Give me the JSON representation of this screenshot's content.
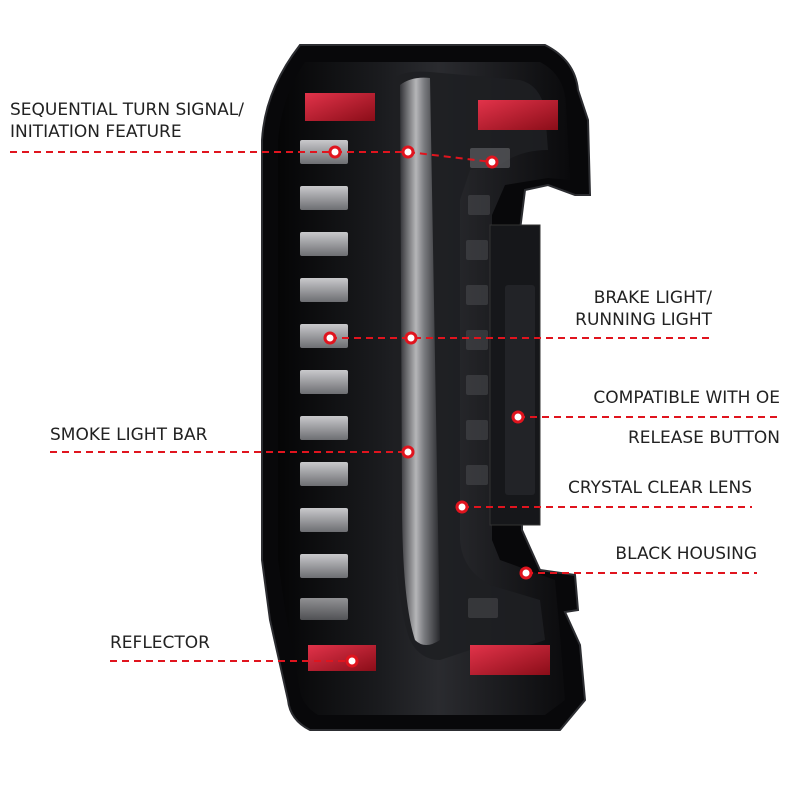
{
  "colors": {
    "callout": "#e0141e",
    "text": "#222222",
    "housing": "#0c0c0e",
    "reflector": "#c9182a"
  },
  "callouts": {
    "sequential": {
      "line1": "SEQUENTIAL TURN SIGNAL/",
      "line2": "INITIATION FEATURE"
    },
    "brake": {
      "line1": "BRAKE LIGHT/",
      "line2": "RUNNING LIGHT"
    },
    "compatible": {
      "line1": "COMPATIBLE WITH OE",
      "line2": "RELEASE BUTTON"
    },
    "smoke": {
      "line1": "SMOKE LIGHT BAR"
    },
    "crystal": {
      "line1": "CRYSTAL CLEAR LENS"
    },
    "housing": {
      "line1": "BLACK HOUSING"
    },
    "reflector": {
      "line1": "REFLECTOR"
    }
  }
}
